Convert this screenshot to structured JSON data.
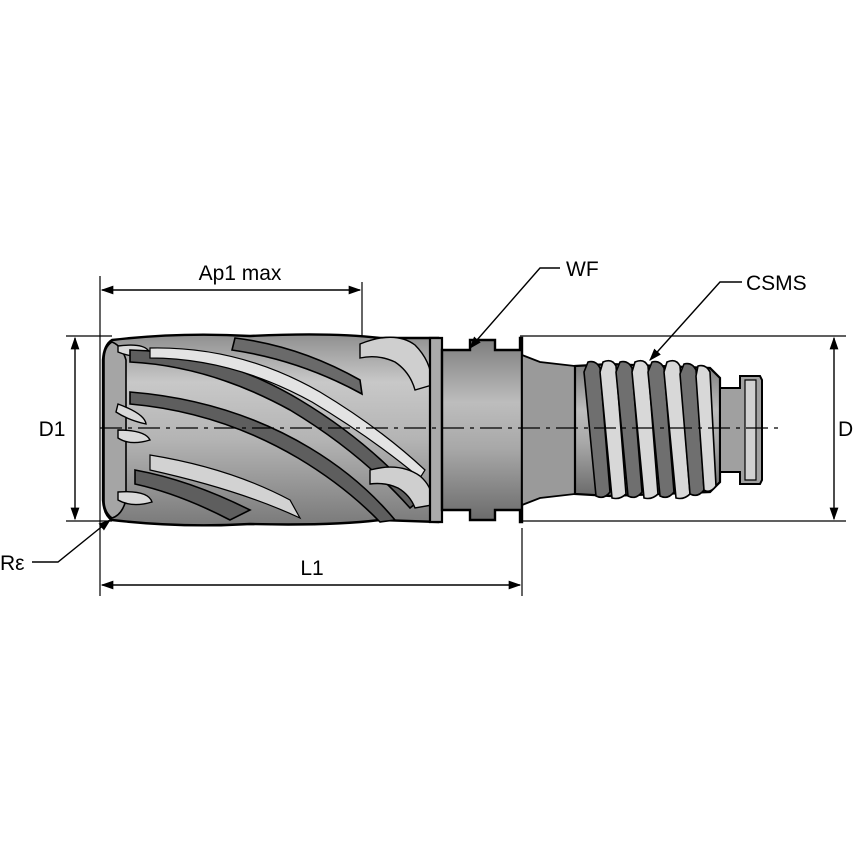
{
  "diagram": {
    "labels": {
      "ap1max": "Ap1 max",
      "wf": "WF",
      "csms": "CSMS",
      "d1": "D1",
      "d": "D",
      "re": "Rε",
      "l1": "L1"
    },
    "colors": {
      "background": "#ffffff",
      "metal_light": "#b9b9b9",
      "metal_mid": "#9a9a9a",
      "metal_dark": "#6e6e6e",
      "metal_highlight": "#e2e2e2",
      "line": "#000000"
    }
  }
}
